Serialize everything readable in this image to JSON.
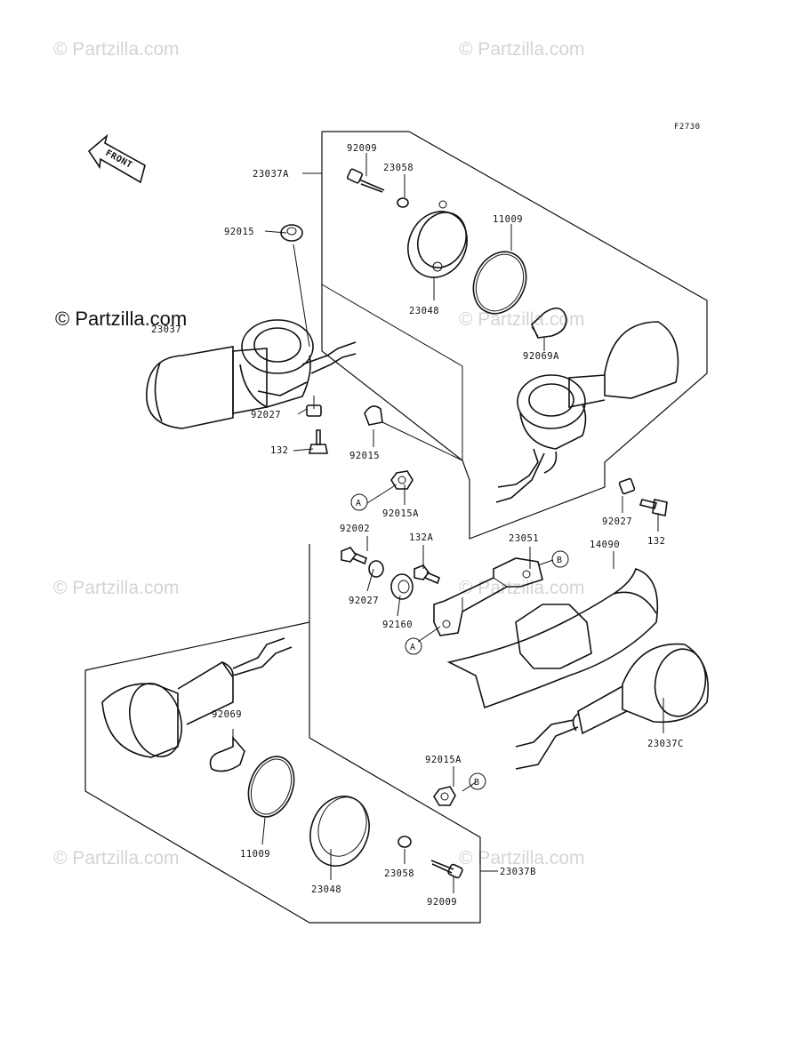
{
  "figure_code": "F2730",
  "front_label": "FRONT",
  "watermarks": {
    "faint": "© Partzilla.com",
    "dark": "© Partzilla.com"
  },
  "labels": {
    "l23037A": "23037A",
    "l92009_top": "92009",
    "l23058_top": "23058",
    "l11009_top": "11009",
    "l92015_left": "92015",
    "l23048_top": "23048",
    "l23037": "23037",
    "l92069A": "92069A",
    "l92027_left": "92027",
    "l132_left": "132",
    "l92015_mid": "92015",
    "l92015A_mid": "92015A",
    "l92002": "92002",
    "l132A": "132A",
    "l23051": "23051",
    "l14090": "14090",
    "l92027_right": "92027",
    "l132_right": "132",
    "l92027_mid": "92027",
    "l92160": "92160",
    "l92069": "92069",
    "l23037C": "23037C",
    "l92015A_bot": "92015A",
    "l11009_bot": "11009",
    "l23058_bot": "23058",
    "l23048_bot": "23048",
    "l23037B": "23037B",
    "l92009_bot": "92009"
  },
  "refs": {
    "a_top": "A",
    "a_bottom": "A",
    "b_top": "B",
    "b_bottom": "B"
  }
}
